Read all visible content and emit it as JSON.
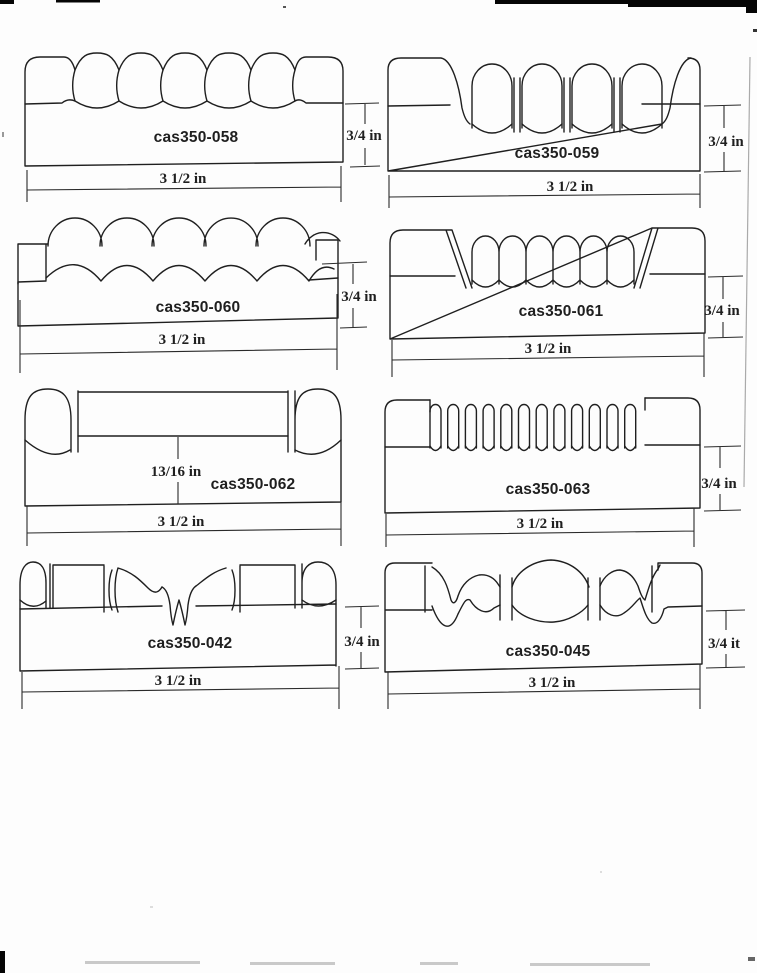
{
  "colors": {
    "paper": "#fdfdfd",
    "ink": "#1f1f1f",
    "dim": "#2a2a2a",
    "artifact": "#050505",
    "faint": "#c9c9c9"
  },
  "drawings": [
    {
      "label": "cas350-058",
      "width": "3 1/2 in",
      "height": "3/4 in"
    },
    {
      "label": "cas350-059",
      "width": "3 1/2 in",
      "height": "3/4 in"
    },
    {
      "label": "cas350-060",
      "width": "3 1/2 in",
      "height": "3/4 in"
    },
    {
      "label": "cas350-061",
      "width": "3 1/2 in",
      "height": "3/4 in"
    },
    {
      "label": "cas350-062",
      "width": "3 1/2 in",
      "height": "13/16 in"
    },
    {
      "label": "cas350-063",
      "width": "3 1/2 in",
      "height": "3/4 in"
    },
    {
      "label": "cas350-042",
      "width": "3 1/2 in",
      "height": "3/4 in"
    },
    {
      "label": "cas350-045",
      "width": "3 1/2 in",
      "height": "3/4 it"
    }
  ]
}
